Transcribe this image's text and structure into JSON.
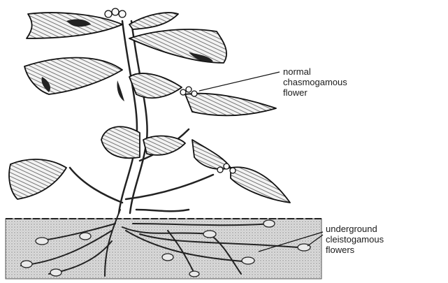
{
  "labels": {
    "normal": [
      "normal",
      "chasmogamous",
      "flower"
    ],
    "underground": [
      "underground",
      "cleistogamous",
      "flowers"
    ]
  },
  "colors": {
    "ink": "#1a1a1a",
    "leaf": "#f4f4f4",
    "soil": "#d8d8d8"
  }
}
